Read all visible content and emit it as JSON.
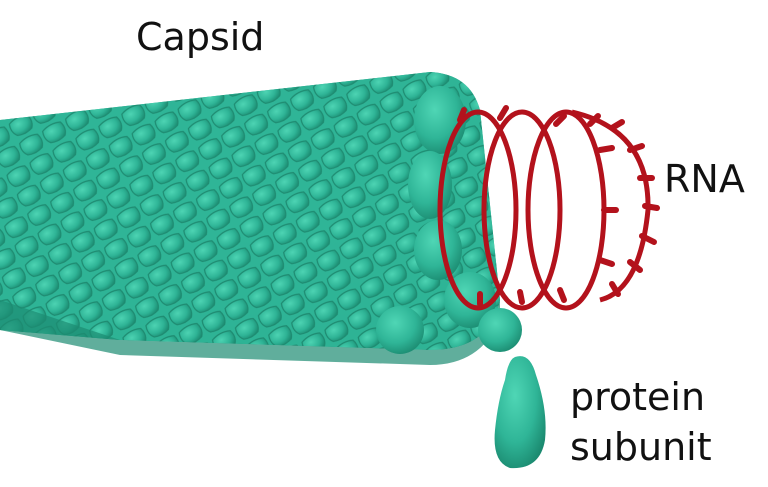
{
  "labels": {
    "capsid": "Capsid",
    "rna": "RNA",
    "protein_subunit_line1": "protein",
    "protein_subunit_line2": "subunit"
  },
  "colors": {
    "capsid": "#2fb597",
    "capsid_dark": "#1f8f75",
    "capsid_light": "#45cfae",
    "rna": "#b3121c",
    "rna_dark": "#7d0a12",
    "background": "#ffffff",
    "text": "#111111"
  }
}
